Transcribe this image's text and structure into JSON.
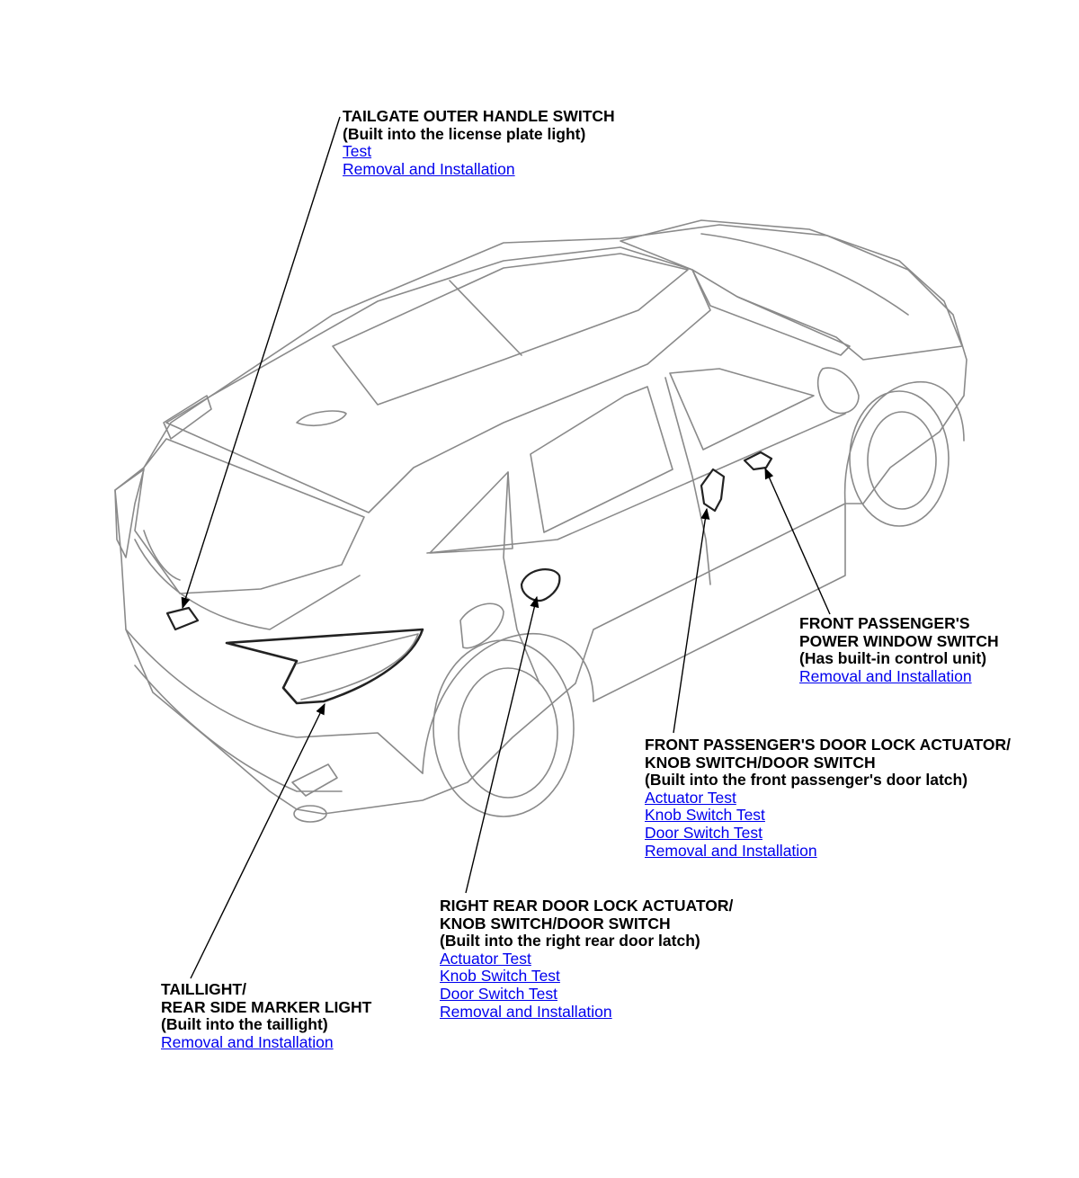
{
  "callouts": {
    "tailgate": {
      "lines": [
        "TAILGATE OUTER HANDLE SWITCH",
        "(Built into the license plate light)"
      ],
      "links": [
        "Test",
        "Removal and Installation"
      ]
    },
    "front_window": {
      "lines": [
        "FRONT PASSENGER'S",
        "POWER WINDOW SWITCH",
        "(Has built-in control unit)"
      ],
      "links": [
        "Removal and Installation"
      ]
    },
    "front_door": {
      "lines": [
        "FRONT PASSENGER'S DOOR LOCK ACTUATOR/",
        "KNOB SWITCH/DOOR SWITCH",
        "(Built into the front passenger's door latch)"
      ],
      "links": [
        "Actuator Test",
        "Knob Switch Test",
        "Door Switch Test",
        "Removal and Installation"
      ]
    },
    "rear_door": {
      "lines": [
        "RIGHT REAR DOOR LOCK ACTUATOR/",
        "KNOB SWITCH/DOOR SWITCH",
        "(Built into the right rear door latch)"
      ],
      "links": [
        "Actuator Test",
        "Knob Switch Test",
        "Door Switch Test",
        "Removal and Installation"
      ]
    },
    "taillight": {
      "lines": [
        "TAILLIGHT/",
        "REAR SIDE MARKER LIGHT",
        "(Built into the taillight)"
      ],
      "links": [
        "Removal and Installation"
      ]
    }
  },
  "colors": {
    "link": "#0000ee",
    "line_art": "#8a8a8a",
    "leader": "#000000"
  }
}
